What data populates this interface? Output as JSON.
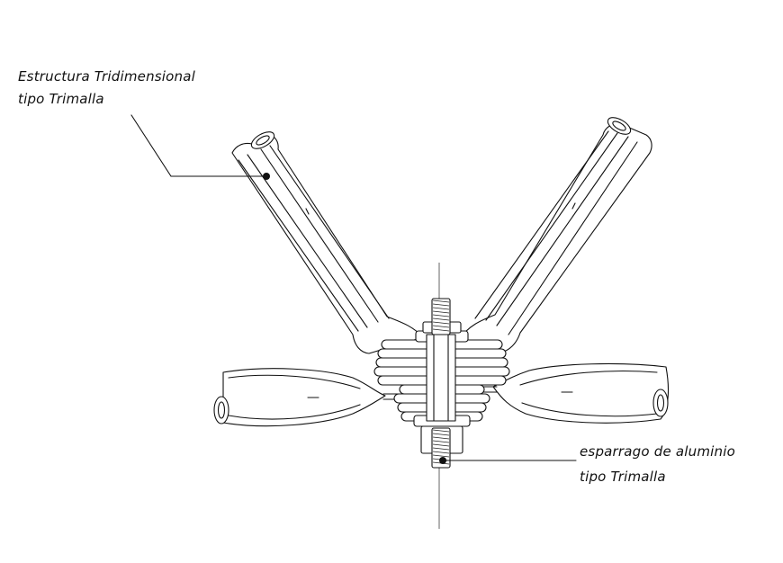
{
  "labels": {
    "structure_line1": "Estructura Tridimensional",
    "structure_line2": "tipo Trimalla",
    "stud_line1": "esparrago de aluminio",
    "stud_line2": "tipo Trimalla"
  },
  "colors": {
    "line": "#111111",
    "background": "#ffffff"
  }
}
